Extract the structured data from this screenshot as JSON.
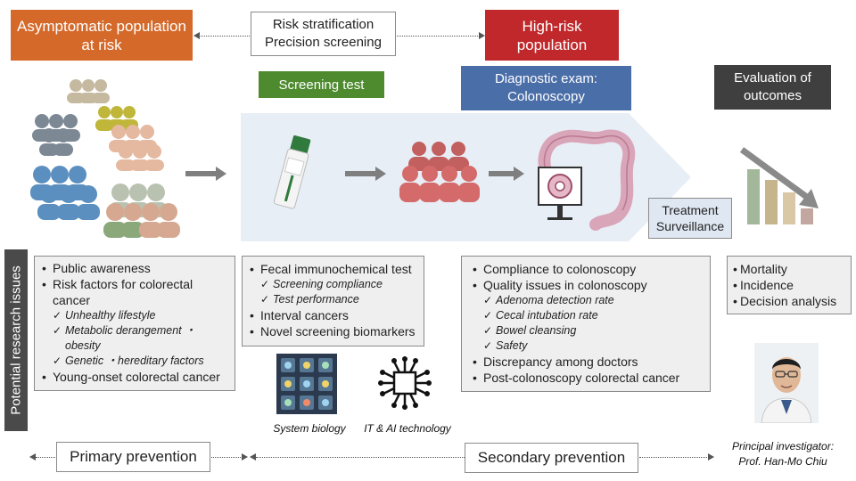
{
  "headers": {
    "asymptomatic": "Asymptomatic population at risk",
    "risk_strat": "Risk stratification Precision screening",
    "high_risk": "High-risk population",
    "screening": "Screening test",
    "diagnostic": "Diagnostic exam: Colonoscopy",
    "evaluation": "Evaluation of outcomes",
    "treatment": "Treatment Surveillance"
  },
  "side_label": "Potential research issues",
  "box1": {
    "b1": "Public awareness",
    "b2": "Risk factors for colorectal cancer",
    "c1": "Unhealthy lifestyle",
    "c2": "Metabolic derangement ・obesity",
    "c3": "Genetic ・hereditary factors",
    "b3": "Young-onset colorectal cancer"
  },
  "box2": {
    "b1": "Fecal immunochemical test",
    "c1": "Screening compliance",
    "c2": "Test performance",
    "b2": "Interval cancers",
    "b3": "Novel screening biomarkers"
  },
  "box3": {
    "b1": "Compliance to colonoscopy",
    "b2": "Quality issues in colonoscopy",
    "c1": "Adenoma detection rate",
    "c2": "Cecal intubation rate",
    "c3": "Bowel cleansing",
    "c4": "Safety",
    "b3": "Discrepancy among doctors",
    "b4": "Post-colonoscopy colorectal cancer"
  },
  "box4": {
    "b1": "Mortality",
    "b2": "Incidence",
    "b3": "Decision analysis"
  },
  "captions": {
    "system_biology": "System biology",
    "it_ai": "IT & AI technology",
    "pi_line1": "Principal investigator:",
    "pi_line2": "Prof. Han-Mo Chiu"
  },
  "bottom": {
    "primary": "Primary prevention",
    "secondary": "Secondary prevention"
  },
  "colors": {
    "orange": "#d4692a",
    "red": "#c0282b",
    "green": "#4e8b2f",
    "blue": "#4a6ea8",
    "dark": "#3f3f3f",
    "panel": "#e8eef6"
  }
}
